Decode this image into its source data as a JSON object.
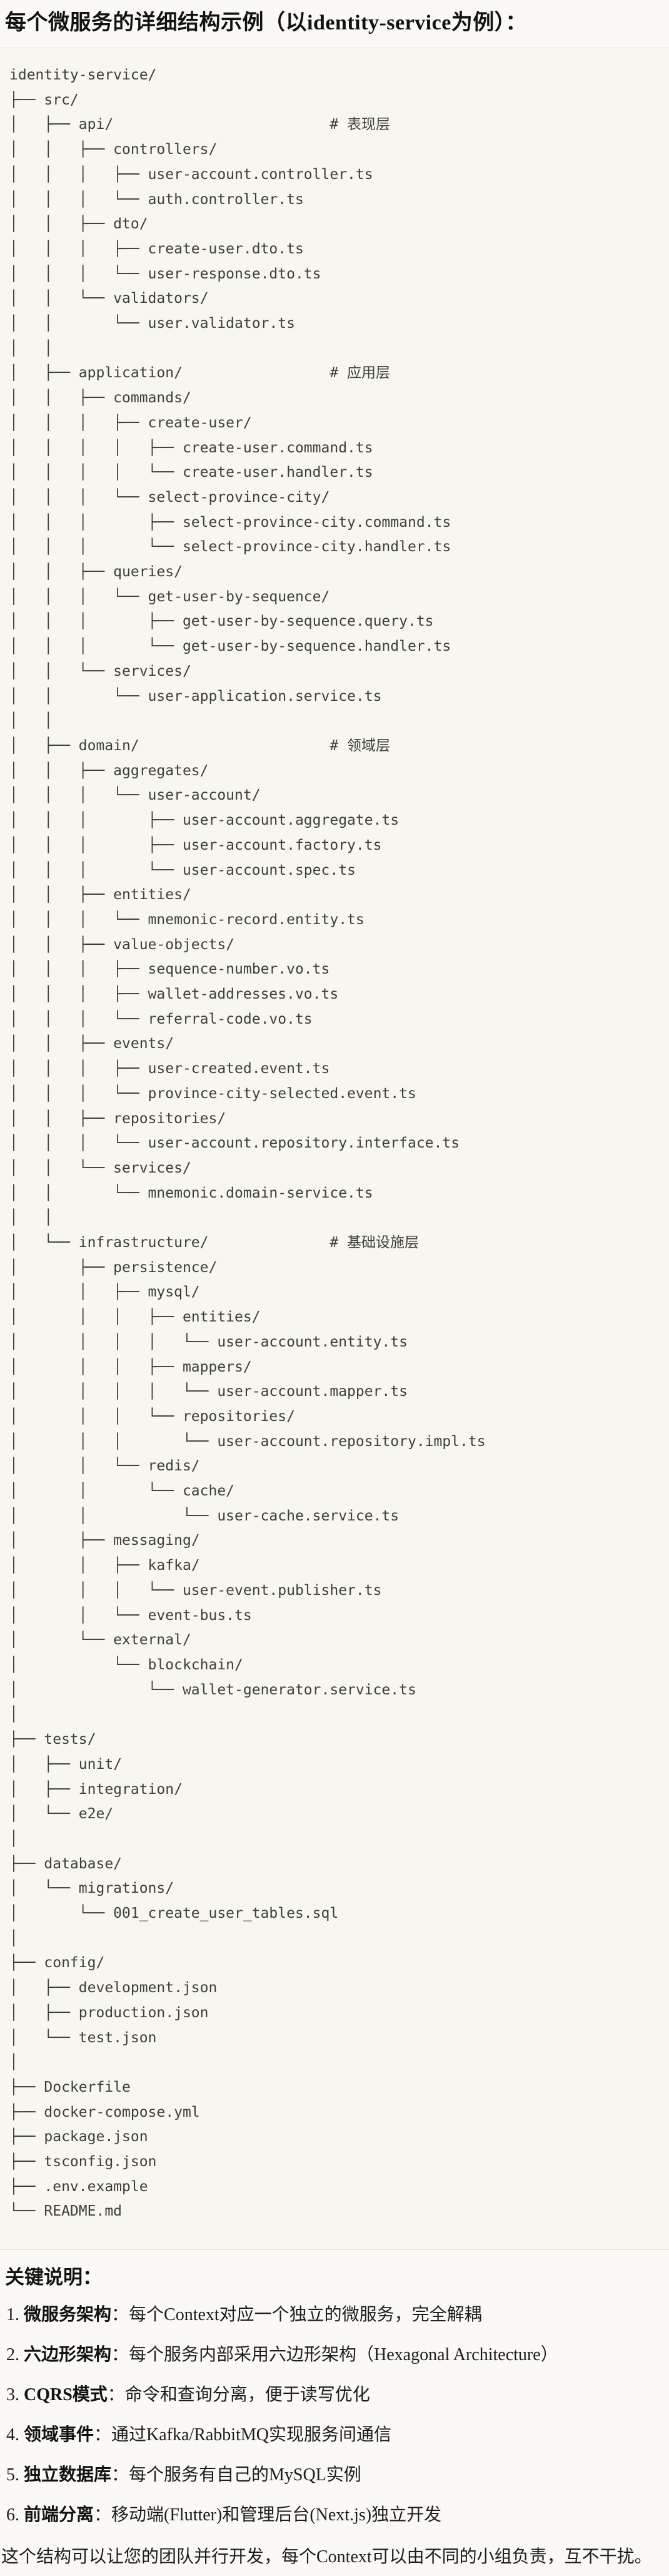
{
  "title": "每个微服务的详细结构示例（以identity-service为例）：",
  "colors": {
    "page_bg": "#FAF9F5",
    "code_block_bg": "#F7F6F1",
    "code_block_border": "#E3E1DA",
    "code_text": "#3F3F3A",
    "heading_text": "#121210",
    "body_text": "#1D1D1A"
  },
  "code_block": {
    "language": "plaintext",
    "lines": [
      "identity-service/",
      "├── src/",
      "│   ├── api/                         # 表现层",
      "│   │   ├── controllers/",
      "│   │   │   ├── user-account.controller.ts",
      "│   │   │   └── auth.controller.ts",
      "│   │   ├── dto/",
      "│   │   │   ├── create-user.dto.ts",
      "│   │   │   └── user-response.dto.ts",
      "│   │   └── validators/",
      "│   │       └── user.validator.ts",
      "│   │",
      "│   ├── application/                 # 应用层",
      "│   │   ├── commands/",
      "│   │   │   ├── create-user/",
      "│   │   │   │   ├── create-user.command.ts",
      "│   │   │   │   └── create-user.handler.ts",
      "│   │   │   └── select-province-city/",
      "│   │   │       ├── select-province-city.command.ts",
      "│   │   │       └── select-province-city.handler.ts",
      "│   │   ├── queries/",
      "│   │   │   └── get-user-by-sequence/",
      "│   │   │       ├── get-user-by-sequence.query.ts",
      "│   │   │       └── get-user-by-sequence.handler.ts",
      "│   │   └── services/",
      "│   │       └── user-application.service.ts",
      "│   │",
      "│   ├── domain/                      # 领域层",
      "│   │   ├── aggregates/",
      "│   │   │   └── user-account/",
      "│   │   │       ├── user-account.aggregate.ts",
      "│   │   │       ├── user-account.factory.ts",
      "│   │   │       └── user-account.spec.ts",
      "│   │   ├── entities/",
      "│   │   │   └── mnemonic-record.entity.ts",
      "│   │   ├── value-objects/",
      "│   │   │   ├── sequence-number.vo.ts",
      "│   │   │   ├── wallet-addresses.vo.ts",
      "│   │   │   └── referral-code.vo.ts",
      "│   │   ├── events/",
      "│   │   │   ├── user-created.event.ts",
      "│   │   │   └── province-city-selected.event.ts",
      "│   │   ├── repositories/",
      "│   │   │   └── user-account.repository.interface.ts",
      "│   │   └── services/",
      "│   │       └── mnemonic.domain-service.ts",
      "│   │",
      "│   └── infrastructure/              # 基础设施层",
      "│       ├── persistence/",
      "│       │   ├── mysql/",
      "│       │   │   ├── entities/",
      "│       │   │   │   └── user-account.entity.ts",
      "│       │   │   ├── mappers/",
      "│       │   │   │   └── user-account.mapper.ts",
      "│       │   │   └── repositories/",
      "│       │   │       └── user-account.repository.impl.ts",
      "│       │   └── redis/",
      "│       │       └── cache/",
      "│       │           └── user-cache.service.ts",
      "│       ├── messaging/",
      "│       │   ├── kafka/",
      "│       │   │   └── user-event.publisher.ts",
      "│       │   └── event-bus.ts",
      "│       └── external/",
      "│           └── blockchain/",
      "│               └── wallet-generator.service.ts",
      "│",
      "├── tests/",
      "│   ├── unit/",
      "│   ├── integration/",
      "│   └── e2e/",
      "│",
      "├── database/",
      "│   └── migrations/",
      "│       └── 001_create_user_tables.sql",
      "│",
      "├── config/",
      "│   ├── development.json",
      "│   ├── production.json",
      "│   └── test.json",
      "│",
      "├── Dockerfile",
      "├── docker-compose.yml",
      "├── package.json",
      "├── tsconfig.json",
      "├── .env.example",
      "└── README.md"
    ]
  },
  "notes": {
    "heading": "关键说明：",
    "separator": "：",
    "items": [
      {
        "num": "1.",
        "label": "微服务架构",
        "text": "每个Context对应一个独立的微服务，完全解耦"
      },
      {
        "num": "2.",
        "label": "六边形架构",
        "text": "每个服务内部采用六边形架构（Hexagonal Architecture）"
      },
      {
        "num": "3.",
        "label": "CQRS模式",
        "text": "命令和查询分离，便于读写优化"
      },
      {
        "num": "4.",
        "label": "领域事件",
        "text": "通过Kafka/RabbitMQ实现服务间通信"
      },
      {
        "num": "5.",
        "label": "独立数据库",
        "text": "每个服务有自己的MySQL实例"
      },
      {
        "num": "6.",
        "label": "前端分离",
        "text": "移动端(Flutter)和管理后台(Next.js)独立开发"
      }
    ],
    "footer": "这个结构可以让您的团队并行开发，每个Context可以由不同的小组负责，互不干扰。"
  }
}
